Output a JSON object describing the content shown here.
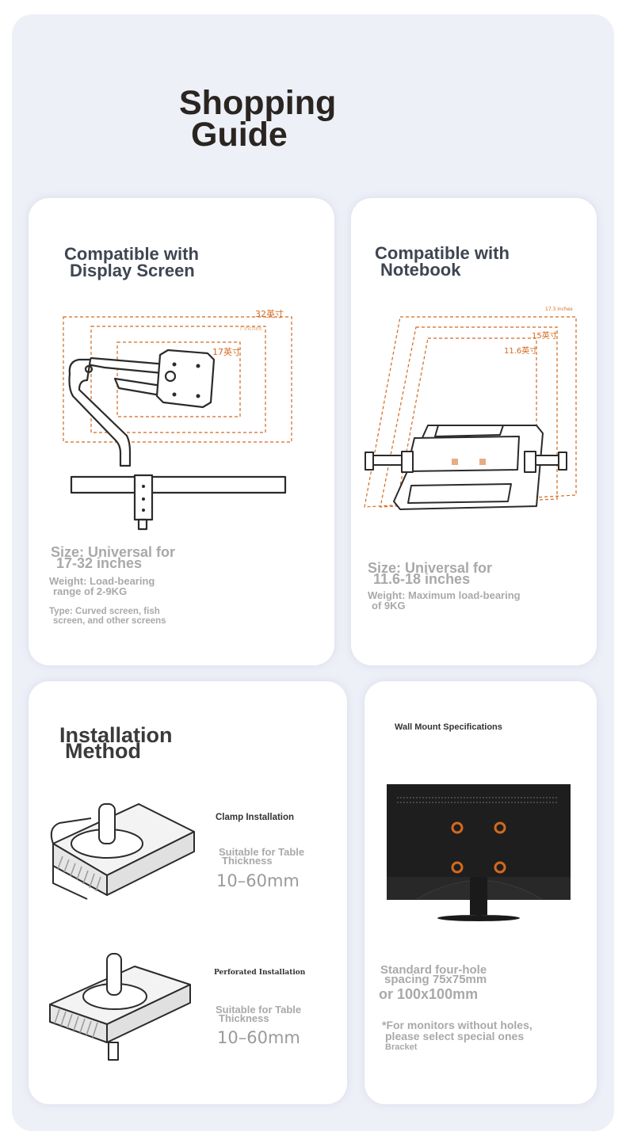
{
  "header": {
    "title_line1": "Shopping",
    "title_line2": "Guide"
  },
  "display": {
    "heading_line1": "Compatible with",
    "heading_line2": "Display Screen",
    "size_labels": {
      "outer": "32英寸",
      "middle": "? inches",
      "inner": "17英寸"
    },
    "size_line1": "Size: Universal for",
    "size_line2": "17-32 inches",
    "weight_line1": "Weight: Load-bearing",
    "weight_line2": "range of 2-9KG",
    "type_line1": "Type: Curved screen, fish",
    "type_line2": "screen, and other screens"
  },
  "notebook": {
    "heading_line1": "Compatible with",
    "heading_line2": "Notebook",
    "size_labels": {
      "outer": "17.3 inches",
      "middle": "15英寸",
      "inner": "11.6英寸"
    },
    "size_line1": "Size: Universal for",
    "size_line2": "11.6-18 inches",
    "weight_line1": "Weight: Maximum load-bearing",
    "weight_line2": "of 9KG"
  },
  "installation": {
    "heading_line1": "Installation",
    "heading_line2": "Method",
    "clamp": {
      "label": "Clamp Installation",
      "suit_line1": "Suitable for Table",
      "suit_line2": "Thickness",
      "range": "10–60mm"
    },
    "perforated": {
      "label": "Perforated Installation",
      "suit_line1": "Suitable for Table",
      "suit_line2": "Thickness",
      "range": "10–60mm"
    }
  },
  "wall_mount": {
    "heading": "Wall Mount Specifications",
    "spacing_line1": "Standard four-hole",
    "spacing_line2": "spacing 75x75mm",
    "spacing_line3": "or 100x100mm",
    "note_line1": "*For monitors without holes,",
    "note_line2": "please select special ones",
    "note_line3": "Bracket"
  },
  "colors": {
    "accent_orange": "#d4691e",
    "frame_bg": "#eef0f8",
    "text_dark": "#2a2520",
    "text_gray": "#a9a9a9"
  }
}
